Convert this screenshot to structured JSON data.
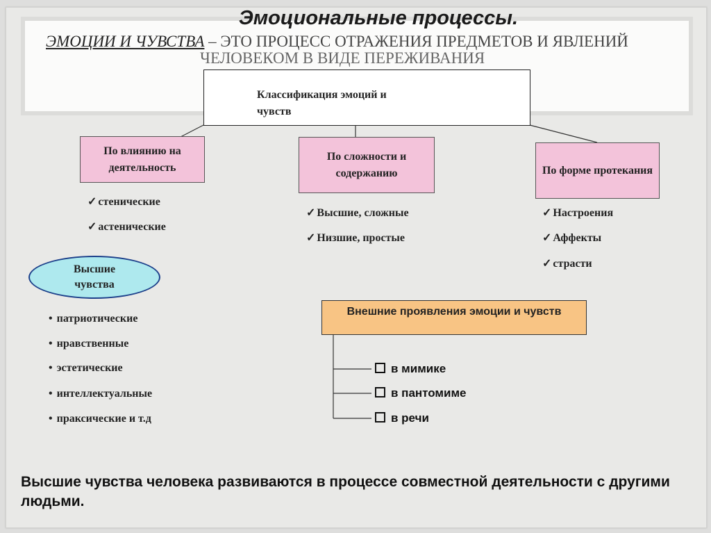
{
  "title": "Эмоциональные процессы.",
  "definition": {
    "term": "ЭМОЦИИ И ЧУВСТВА",
    "rest_line1": " – ЭТО ПРОЦЕСС ОТРАЖЕНИЯ ПРЕДМЕТОВ И ЯВЛЕНИЙ",
    "line2": "ЧЕЛОВЕКОМ В ВИДЕ ПЕРЕЖИВАНИЯ"
  },
  "classification": {
    "line1": "Классификация эмоций и",
    "line2": "чувств"
  },
  "categories": [
    {
      "label": "По влиянию на деятельность",
      "items": [
        "стенические",
        "астенические"
      ]
    },
    {
      "label": "По сложности и содержанию",
      "items": [
        "Высшие, сложные",
        "Низшие, простые"
      ]
    },
    {
      "label": "По форме протекания",
      "items": [
        "Настроения",
        "Аффекты",
        "страсти"
      ]
    }
  ],
  "higher_feelings": {
    "label": "Высшие чувства",
    "items": [
      "патриотические",
      "нравственные",
      "эстетические",
      "интеллектуальные",
      "праксические и т.д"
    ]
  },
  "external": {
    "label": "Внешние проявления эмоции и чувств",
    "items": [
      "в мимике",
      "в пантомиме",
      "в речи"
    ]
  },
  "footer": "Высшие чувства человека развиваются в процессе совместной деятельности с другими людьми.",
  "colors": {
    "pink": "#f3c3da",
    "cyan": "#aee9ee",
    "orange": "#f8c484"
  }
}
